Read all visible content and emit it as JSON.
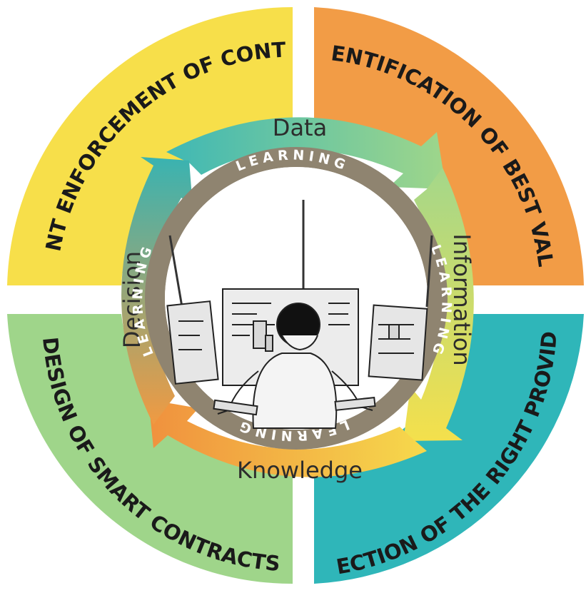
{
  "outer_ring": {
    "top_left": {
      "label": "EFFICIENT ENFORCEMENT OF CONTRACTS",
      "color": "#f7df4a"
    },
    "top_right": {
      "label": "IDENTIFICATION OF BEST VALUE",
      "color": "#f29c46"
    },
    "bottom_right": {
      "label": "SELECTION OF THE RIGHT PROVIDERS",
      "color": "#2fb6b9"
    },
    "bottom_left": {
      "label": "DESIGN OF SMART CONTRACTS",
      "color": "#9fd58a"
    }
  },
  "cycle": {
    "data_label": "Data",
    "information_label": "Information",
    "knowledge_label": "Knowledge",
    "decision_label": "Decision"
  },
  "learning_ring": {
    "top": "LEARNING",
    "right": "LEARNING",
    "bottom": "LEARNING",
    "left": "LEARNING",
    "color": "#8f8470"
  }
}
